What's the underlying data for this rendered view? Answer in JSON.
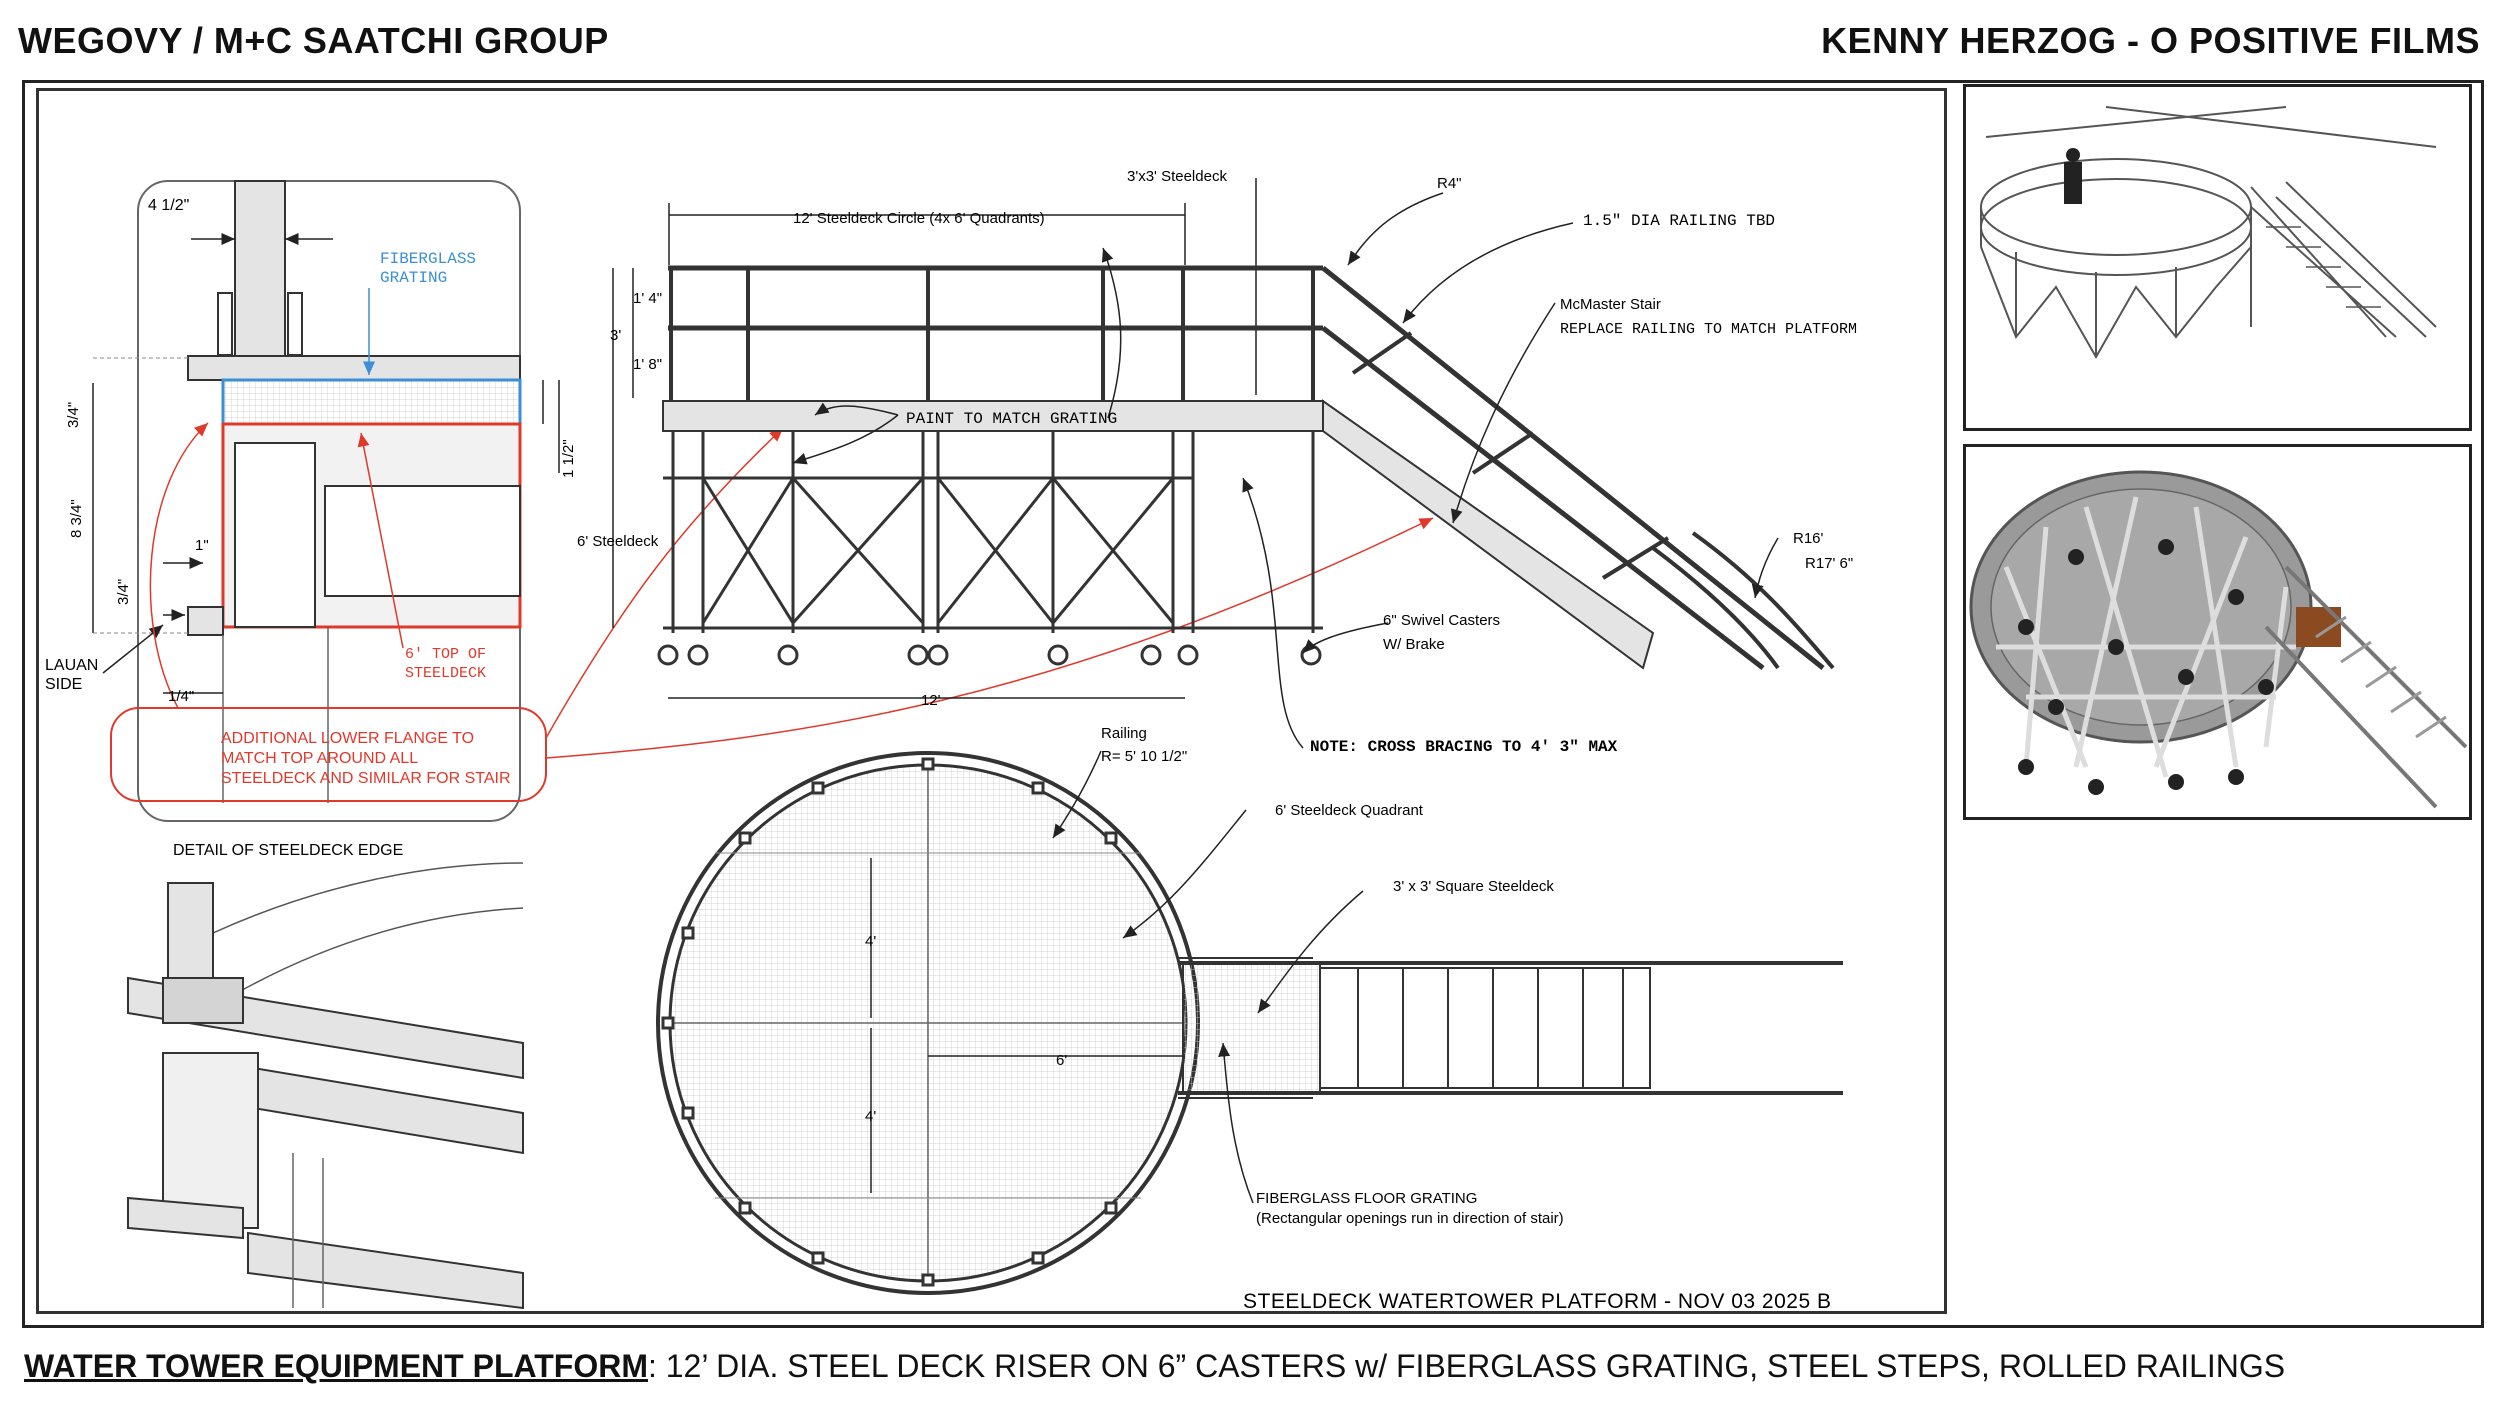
{
  "header": {
    "left_title": "WEGOVY / M+C SAATCHI GROUP",
    "right_title": "KENNY HERZOG - O POSITIVE FILMS"
  },
  "detail": {
    "dim_4_1_2": "4 1/2\"",
    "dim_3_4_top": "3/4\"",
    "dim_8_3_4": "8 3/4\"",
    "dim_1": "1\"",
    "dim_3_4_low": "3/4\"",
    "dim_1_1_2": "1 1/2\"",
    "dim_1_4": "1/4\"",
    "fiberglass_label": "FIBERGLASS\nGRATING",
    "lauan_label": "LAUAN\nSIDE",
    "top_label": "6' TOP OF\nSTEELDECK",
    "flange_note": "ADDITIONAL LOWER FLANGE TO\nMATCH TOP AROUND ALL\nSTEELDECK AND SIMILAR FOR STAIR",
    "caption": "DETAIL OF STEELDECK EDGE"
  },
  "elevation": {
    "circle_dim": "12' Steeldeck Circle (4x 6' Quadrants)",
    "square_label": "3'x3' Steeldeck",
    "r4": "R4\"",
    "railing_note": "1.5\" DIA RAILING TBD",
    "stair_label": "McMaster Stair",
    "stair_note": "REPLACE RAILING TO MATCH PLATFORM",
    "dim_1_4": "1' 4\"",
    "dim_3": "3'",
    "dim_1_8": "1' 8\"",
    "paint_note": "PAINT TO MATCH GRATING",
    "height_label": "6' Steeldeck",
    "r16": "R16'",
    "r17_6": "R17' 6\"",
    "casters_1": "6\" Swivel Casters",
    "casters_2": "W/ Brake",
    "bracing_note": "NOTE: CROSS BRACING TO 4' 3\" MAX",
    "width_12": "12'"
  },
  "plan": {
    "railing_1": "Railing",
    "railing_2": "R= 5' 10 1/2\"",
    "quadrant_label": "6' Steeldeck Quadrant",
    "square_label": "3' x 3' Square Steeldeck",
    "dim_4_a": "4'",
    "dim_4_b": "4'",
    "dim_6": "6'",
    "grating_1": "FIBERGLASS FLOOR GRATING",
    "grating_2": "(Rectangular openings run in direction of stair)"
  },
  "sheet_title": "STEELDECK WATERTOWER PLATFORM - NOV 03 2025 B",
  "footer": {
    "bold": "WATER TOWER EQUIPMENT PLATFORM",
    "rest": ": 12’ DIA. STEEL DECK RISER ON 6” CASTERS w/ FIBERGLASS GRATING, STEEL STEPS, ROLLED RAILINGS"
  },
  "colors": {
    "blue_note": "#3a8fd6",
    "red_note": "#e0392b",
    "line": "#333333",
    "fill_grey": "#e4e4e4"
  }
}
